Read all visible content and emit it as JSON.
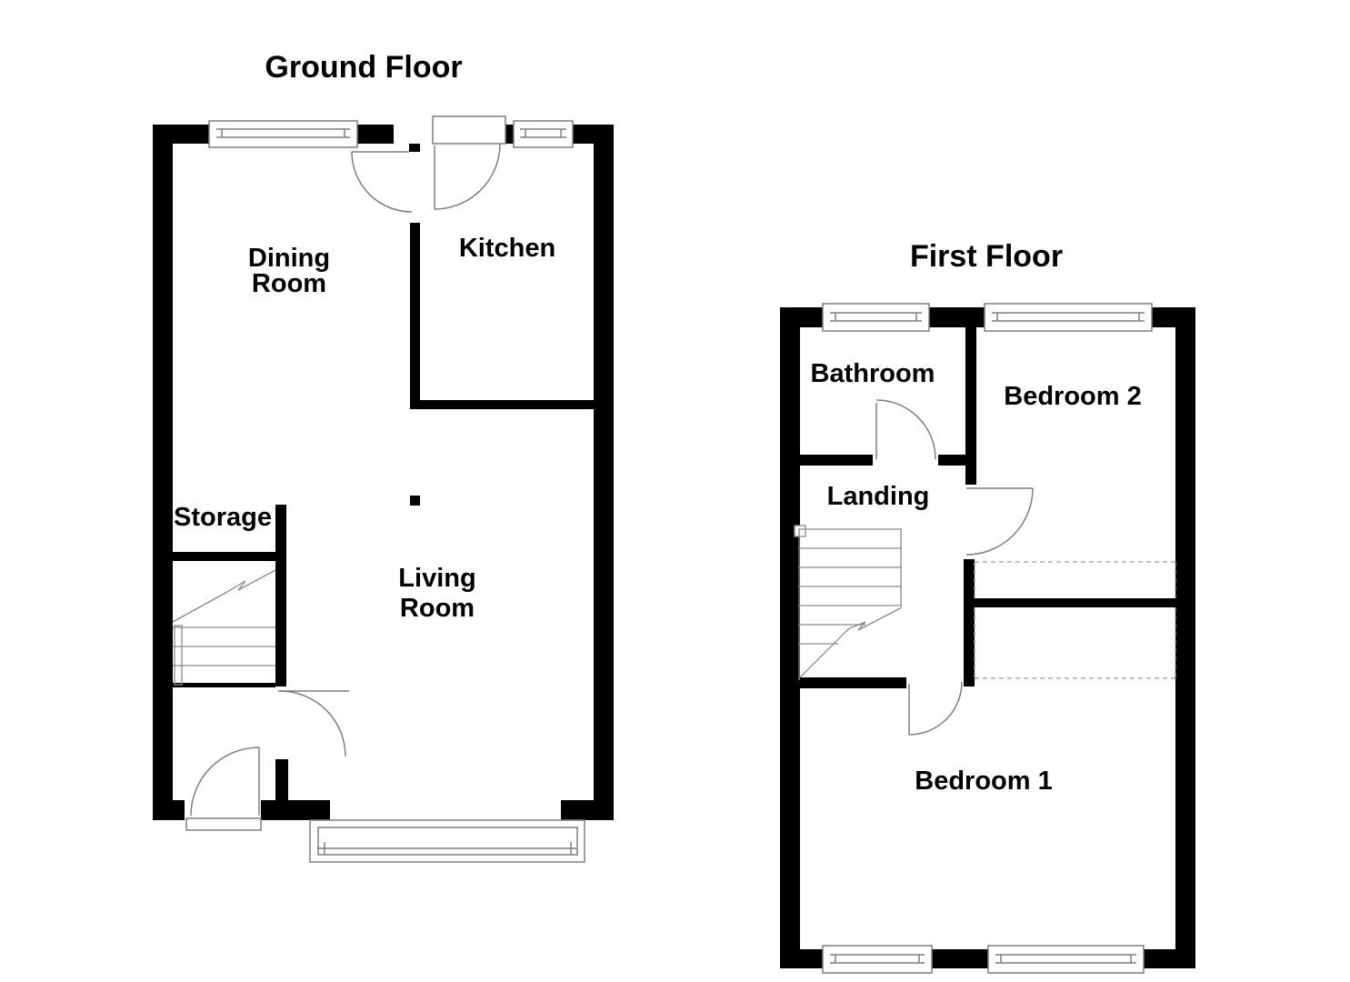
{
  "colors": {
    "wall": "#000000",
    "line": "#7f7f7f",
    "stair": "#8a8a8a",
    "dashed": "#9a9a9a"
  },
  "ground_floor": {
    "title": "Ground Floor",
    "rooms": {
      "dining": {
        "lines": [
          "Dining",
          "Room"
        ]
      },
      "kitchen": {
        "label": "Kitchen"
      },
      "storage": {
        "label": "Storage"
      },
      "living": {
        "lines": [
          "Living",
          "Room"
        ]
      }
    }
  },
  "first_floor": {
    "title": "First Floor",
    "rooms": {
      "bathroom": {
        "label": "Bathroom"
      },
      "bedroom2": {
        "label": "Bedroom 2"
      },
      "landing": {
        "label": "Landing"
      },
      "bedroom1": {
        "label": "Bedroom 1"
      }
    }
  }
}
